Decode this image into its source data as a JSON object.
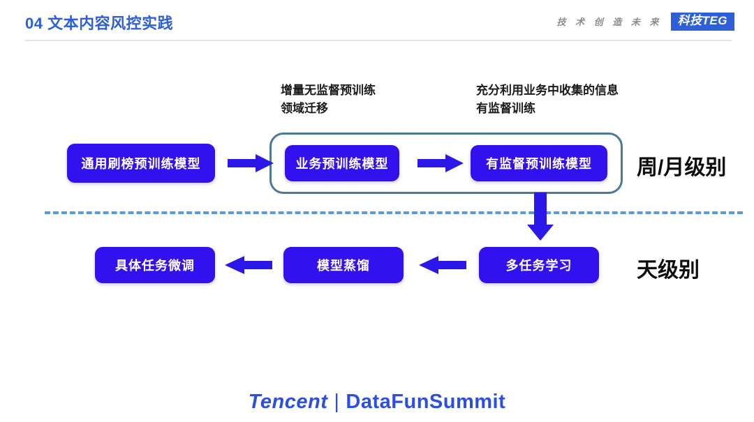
{
  "header": {
    "title": "04 文本内容风控实践",
    "tagline": "技 术 创 造 未 来",
    "badge": "科技TEG",
    "title_color": "#2c5fd8",
    "badge_bg": "#2c5fd8"
  },
  "notes": [
    {
      "text": "增量无监督预训练\n领域迁移"
    },
    {
      "text": "充分利用业务中收集的信息\n有监督训练"
    }
  ],
  "pipeline": {
    "row1": [
      {
        "label": "通用刷榜预训练模型"
      },
      {
        "label": "业务预训练模型"
      },
      {
        "label": "有监督预训练模型"
      }
    ],
    "row2": [
      {
        "label": "具体任务微调"
      },
      {
        "label": "模型蒸馏"
      },
      {
        "label": "多任务学习"
      }
    ],
    "node_color": "#3311ee",
    "arrow_color": "#2b18e8",
    "group_border_color": "#4a7a96",
    "divider_color": "#5b9bd5"
  },
  "cadence": {
    "upper": "周/月级别",
    "lower": "天级别"
  },
  "footer": {
    "tencent": "Tencent",
    "separator": "|",
    "datafun": "DataFunSummit",
    "color": "#2b4fe0"
  }
}
